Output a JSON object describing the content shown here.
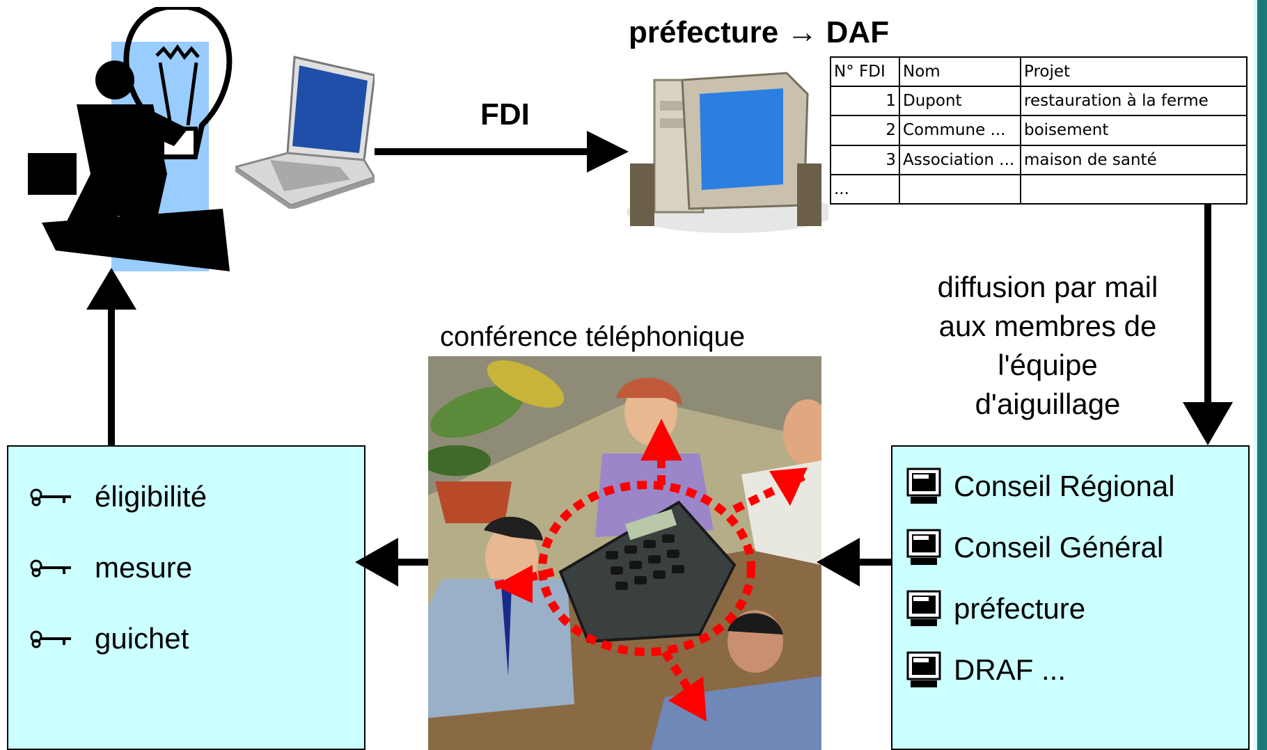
{
  "title_prefecture": "préfecture → DAF",
  "label_fdi": "FDI",
  "label_conference": "conférence téléphonique",
  "label_diffusion": [
    "diffusion par mail",
    "aux membres de",
    "l'équipe",
    "d'aiguillage"
  ],
  "table": {
    "headers": [
      "N° FDI",
      "Nom",
      "Projet"
    ],
    "rows": [
      [
        "1",
        "Dupont",
        "restauration à la ferme"
      ],
      [
        "2",
        "Commune ...",
        "boisement"
      ],
      [
        "3",
        "Association ...",
        "maison de santé"
      ],
      [
        "...",
        "",
        ""
      ]
    ]
  },
  "left_box_items": [
    "éligibilité",
    "mesure",
    "guichet"
  ],
  "right_box_items": [
    "Conseil Régional",
    "Conseil Général",
    "préfecture",
    "DRAF ..."
  ],
  "colors": {
    "box_fill": "#ccffff",
    "arrow": "#000000",
    "dotted_red": "#ff0000",
    "strip": "#1a7a7a"
  },
  "icons": {
    "left_items": "key-icon",
    "right_items": "computer-monitor-icon"
  }
}
